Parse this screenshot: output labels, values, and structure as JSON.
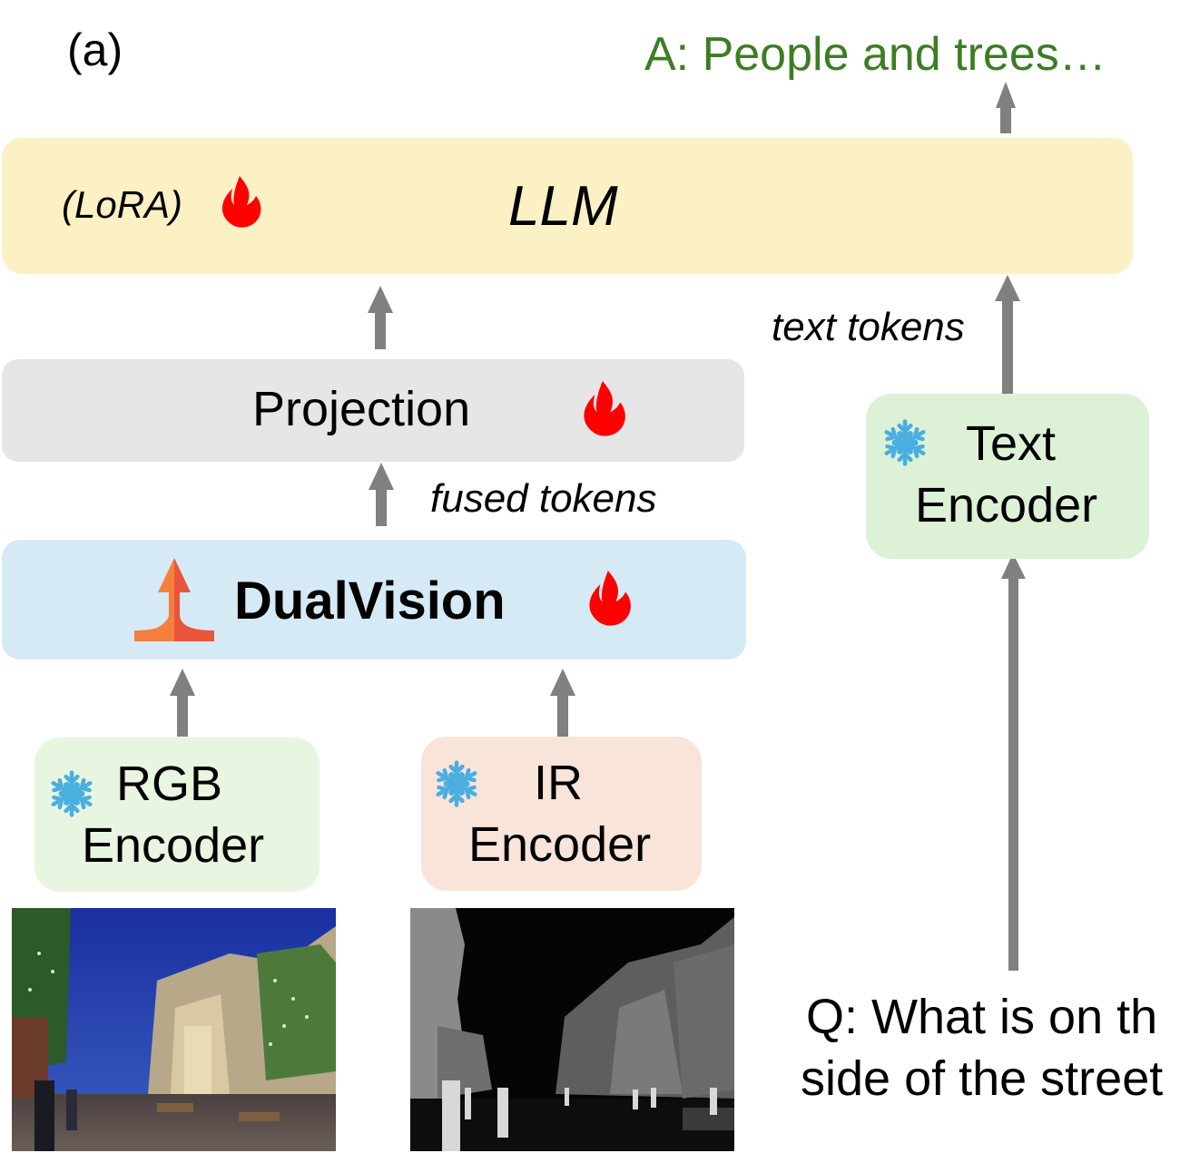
{
  "figure": {
    "panel_label": "(a)",
    "answer_text": "A: People and trees…",
    "question_lines": [
      "Q: What is on th",
      "side of the street"
    ],
    "colors": {
      "answer_green": "#3c7d23",
      "llm_box": "#fcf1c4",
      "projection_box": "#e6e6e6",
      "dualvision_box": "#d6eaf6",
      "rgb_box": "#e8f5e1",
      "ir_box": "#f9e4d9",
      "text_encoder_box": "#ddf1d6",
      "arrow_gray": "#808080",
      "fire_red": "#ff0000",
      "snow_blue": "#4aaee0",
      "merge_orange_left": "#f47f3e",
      "merge_orange_right": "#e9553a"
    }
  },
  "nodes": {
    "llm": {
      "title": "LLM",
      "note": "(LoRA)",
      "state_icon": "fire-icon"
    },
    "projection": {
      "title": "Projection",
      "state_icon": "fire-icon"
    },
    "dualvision": {
      "title": "DualVision",
      "logo_icon": "merge-arrow-icon",
      "state_icon": "fire-icon"
    },
    "rgb_encoder": {
      "line1": "RGB",
      "line2": "Encoder",
      "state_icon": "snowflake-icon"
    },
    "ir_encoder": {
      "line1": "IR",
      "line2": "Encoder",
      "state_icon": "snowflake-icon"
    },
    "text_encoder": {
      "line1": "Text",
      "line2": "Encoder",
      "state_icon": "snowflake-icon"
    }
  },
  "edge_labels": {
    "fused_tokens": "fused tokens",
    "text_tokens": "text tokens"
  },
  "images": {
    "rgb": {
      "description": "RGB night street scene with people and lit trees"
    },
    "ir": {
      "description": "Thermal infrared street scene, grayscale"
    }
  }
}
